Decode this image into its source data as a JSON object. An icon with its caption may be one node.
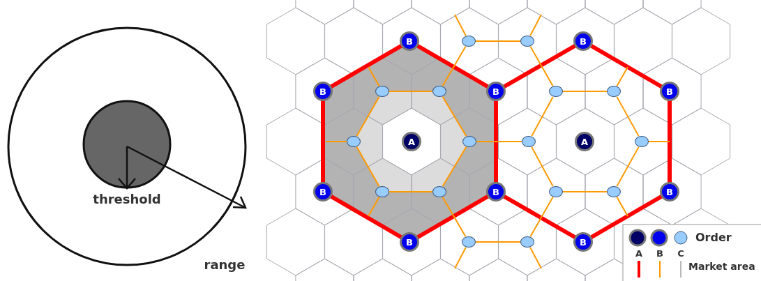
{
  "diagram": {
    "nodes": [
      {
        "text": [
          "B"
        ]
      },
      {
        "text": [],
        "shape": "circle"
      },
      {
        "text": [],
        "shape": "circle"
      },
      {
        "text": [
          "B"
        ]
      },
      {
        "text": [
          "B"
        ]
      },
      {
        "text": [],
        "shape": "circle"
      },
      {
        "text": [],
        "shape": "circle"
      },
      {
        "text": [
          "B"
        ]
      },
      {
        "text": [],
        "shape": "circle"
      },
      {
        "text": [],
        "shape": "circle"
      },
      {
        "text": [
          "B"
        ]
      },
      {
        "text": [],
        "shape": "circle"
      },
      {
        "text": [
          "A"
        ]
      },
      {
        "text": [],
        "shape": "circle"
      },
      {
        "text": [],
        "shape": "circle"
      },
      {
        "text": [
          "A"
        ]
      },
      {
        "text": [],
        "shape": "circle"
      },
      {
        "text": [
          "B"
        ]
      },
      {
        "text": [],
        "shape": "circle"
      },
      {
        "text": [],
        "shape": "circle"
      },
      {
        "text": [
          "B"
        ]
      },
      {
        "text": [],
        "shape": "circle"
      },
      {
        "text": [],
        "shape": "circle"
      },
      {
        "text": [
          "B"
        ]
      },
      {
        "text": [
          "B"
        ]
      },
      {
        "text": [],
        "shape": "circle"
      },
      {
        "text": [],
        "shape": "circle"
      },
      {
        "text": [
          "B"
        ]
      }
    ],
    "edges": [
      {
        "from": 0,
        "to": 4,
        "arrow": "none",
        "style": "thick",
        "color": "#ff0000"
      },
      {
        "from": 4,
        "to": 17,
        "arrow": "none",
        "style": "thick",
        "color": "#ff0000"
      },
      {
        "from": 17,
        "to": 24,
        "arrow": "none",
        "style": "thick",
        "color": "#ff0000"
      },
      {
        "from": 24,
        "to": 20,
        "arrow": "none",
        "style": "thick",
        "color": "#ff0000"
      },
      {
        "from": 20,
        "to": 7,
        "arrow": "none",
        "style": "thick",
        "color": "#ff0000"
      },
      {
        "from": 7,
        "to": 0,
        "arrow": "none",
        "style": "thick",
        "color": "#ff0000"
      },
      {
        "from": 3,
        "to": 7,
        "arrow": "none",
        "style": "thick",
        "color": "#ff0000"
      },
      {
        "from": 3,
        "to": 10,
        "arrow": "none",
        "style": "thick",
        "color": "#ff0000"
      },
      {
        "from": 10,
        "to": 23,
        "arrow": "none",
        "style": "thick",
        "color": "#ff0000"
      },
      {
        "from": 23,
        "to": 27,
        "arrow": "none",
        "style": "thick",
        "color": "#ff0000"
      },
      {
        "from": 27,
        "to": 20,
        "arrow": "none",
        "style": "thick",
        "color": "#ff0000"
      },
      {
        "from": 5,
        "to": 6,
        "arrow": "none"
      },
      {
        "from": 6,
        "to": 13,
        "arrow": "none"
      },
      {
        "from": 13,
        "to": 19,
        "arrow": "none"
      },
      {
        "from": 19,
        "to": 18,
        "arrow": "none"
      },
      {
        "from": 18,
        "to": 11,
        "arrow": "none"
      },
      {
        "from": 11,
        "to": 5,
        "arrow": "none"
      },
      {
        "from": 8,
        "to": 9,
        "arrow": "none"
      },
      {
        "from": 9,
        "to": 16,
        "arrow": "none"
      },
      {
        "from": 16,
        "to": 22,
        "arrow": "none"
      },
      {
        "from": 22,
        "to": 21,
        "arrow": "none"
      },
      {
        "from": 21,
        "to": 14,
        "arrow": "none"
      },
      {
        "from": 14,
        "to": 8,
        "arrow": "none"
      },
      {
        "from": 13,
        "to": 14,
        "arrow": "none"
      },
      {
        "from": 6,
        "to": 1,
        "arrow": "none"
      },
      {
        "from": 1,
        "to": 2,
        "arrow": "none"
      },
      {
        "from": 2,
        "to": 8,
        "arrow": "none"
      },
      {
        "from": 19,
        "to": 25,
        "arrow": "none"
      },
      {
        "from": 25,
        "to": 26,
        "arrow": "none"
      },
      {
        "from": 26,
        "to": 21,
        "arrow": "none"
      },
      {
        "from": 11,
        "to": null,
        "arrow": "none"
      },
      {
        "from": 5,
        "to": null,
        "arrow": "none"
      },
      {
        "from": 18,
        "to": null,
        "arrow": "none"
      },
      {
        "from": 1,
        "to": null,
        "arrow": "none"
      },
      {
        "from": 2,
        "to": null,
        "arrow": "none"
      },
      {
        "from": 9,
        "to": null,
        "arrow": "none"
      },
      {
        "from": 16,
        "to": null,
        "arrow": "none"
      },
      {
        "from": 22,
        "to": null,
        "arrow": "none"
      },
      {
        "from": 25,
        "to": null,
        "arrow": "none"
      },
      {
        "from": 26,
        "to": null,
        "arrow": "none"
      }
    ],
    "labels": [
      "threshold",
      "range",
      "Order",
      "Market area"
    ],
    "legend": [
      {
        "text": "A",
        "color": "#ff0000"
      },
      {
        "text": "B",
        "color": "#ff9900"
      },
      {
        "text": "C",
        "color": "#b8b8b8"
      }
    ]
  }
}
